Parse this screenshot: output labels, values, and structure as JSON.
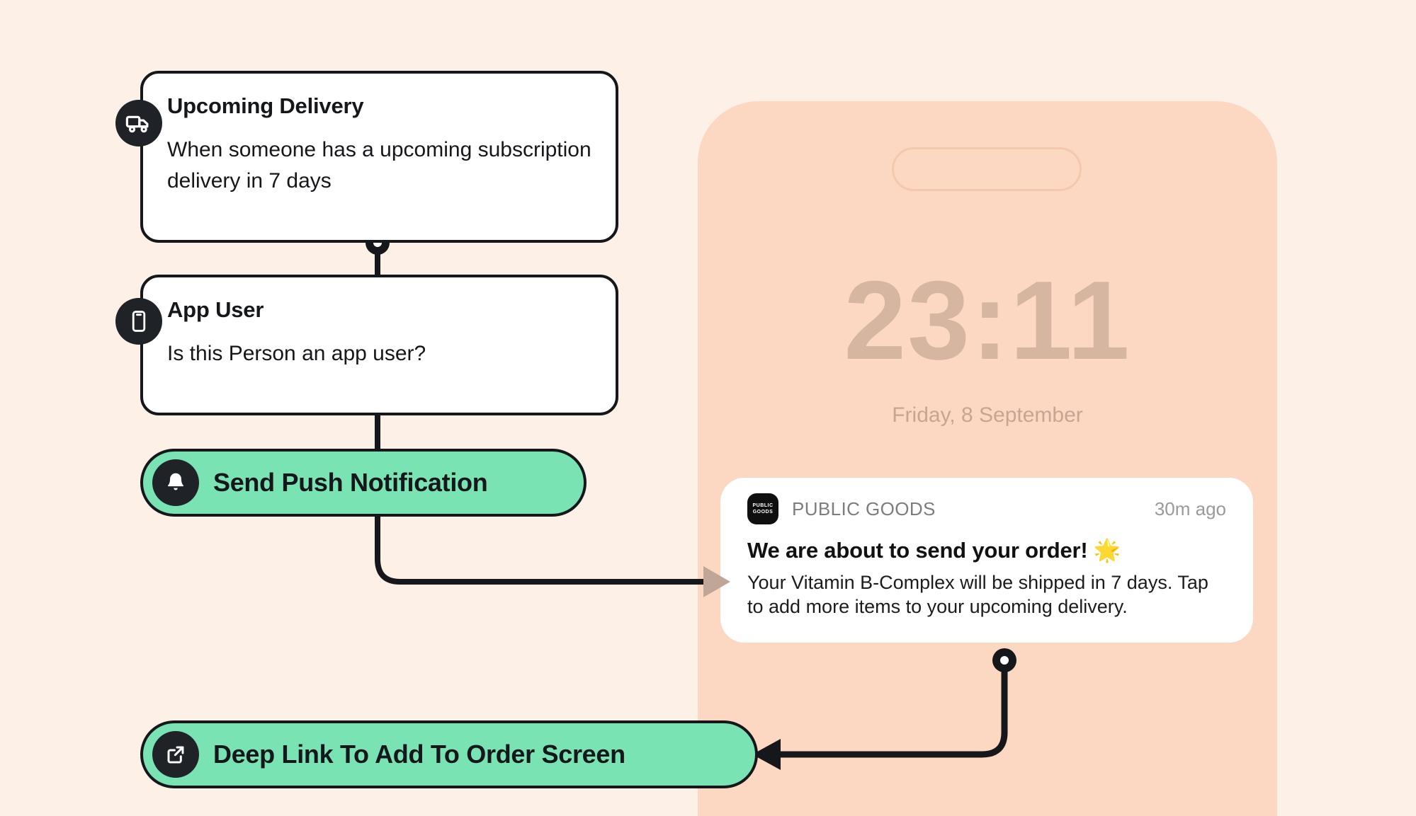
{
  "canvas": {
    "background_color": "#fdf1e7",
    "accent_green": "#79e3b4",
    "ink": "#15171a",
    "phone_background": "#fcd8c2"
  },
  "phone": {
    "lock_screen": {
      "time": "23:11",
      "date": "Friday, 8 September",
      "dynamic_island_label": "dynamic-island"
    },
    "notification": {
      "app_logo_line1": "PUBLIC",
      "app_logo_line2": "GOODS",
      "app_name": "PUBLIC GOODS",
      "timestamp": "30m ago",
      "title": "We are about to send your order! 🌟",
      "body": "Your Vitamin B-Complex will be shipped in 7 days. Tap to add more items to your upcoming delivery."
    }
  },
  "flow": {
    "nodes": [
      {
        "id": "upcoming-delivery",
        "icon": "truck-icon",
        "title": "Upcoming Delivery",
        "description": "When someone has a upcoming subscription delivery in 7 days"
      },
      {
        "id": "app-user",
        "icon": "mobile-phone-icon",
        "title": "App User",
        "description": "Is this Person an app user?"
      }
    ],
    "actions": [
      {
        "id": "send-push-notification",
        "icon": "bell-icon",
        "label": "Send Push Notification"
      },
      {
        "id": "deep-link-add-to-order",
        "icon": "external-link-icon",
        "label": "Deep Link To Add To Order Screen"
      }
    ]
  }
}
